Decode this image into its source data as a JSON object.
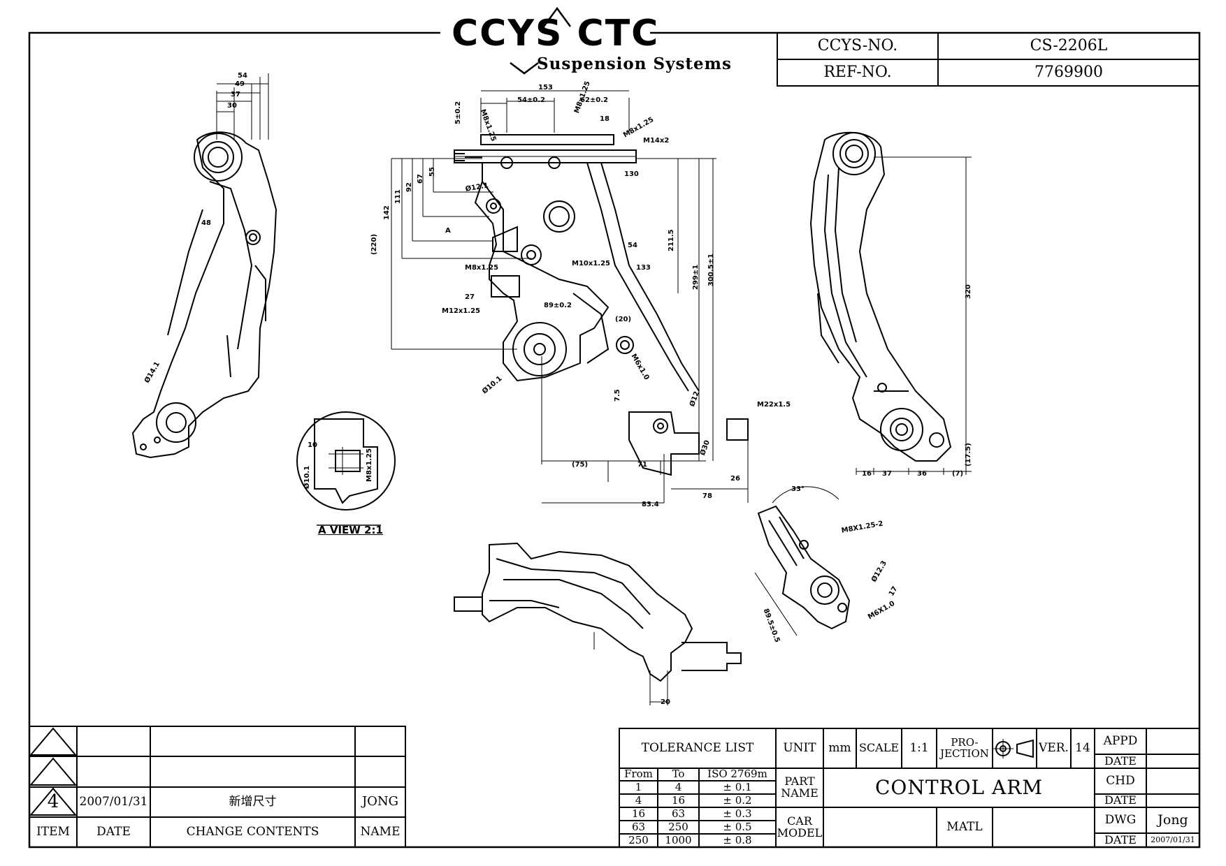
{
  "logo": {
    "brand": "CCYS CTC",
    "tagline": "Suspension Systems"
  },
  "header_table": {
    "ccys_no_label": "CCYS-NO.",
    "ccys_no_value": "CS-2206L",
    "ref_no_label": "REF-NO.",
    "ref_no_value": "7769900"
  },
  "view_label": "A VIEW 2:1",
  "dimensions": [
    "54",
    "49",
    "37",
    "30",
    "48",
    "Ø14.1",
    "153",
    "54±0.2",
    "62±0.2",
    "M8x1.25",
    "M8x1.25",
    "18",
    "M8x1.25",
    "M14x2",
    "5±0.2",
    "130",
    "142",
    "111",
    "92",
    "67",
    "55",
    "(220)",
    "Ø12.1",
    "A",
    "M8x1.25",
    "M10x1.25",
    "133",
    "54",
    "211.5",
    "299±1",
    "300.5±1",
    "320",
    "27",
    "M12x1.25",
    "89±0.2",
    "(20)",
    "M6x1.0",
    "Ø10.1",
    "7.5",
    "Ø12",
    "M22x1.5",
    "(75)",
    "71",
    "Ø30",
    "26",
    "78",
    "83.4",
    "16",
    "37",
    "36",
    "(7)",
    "(17.5)",
    "10",
    "Ø10.1",
    "M8x1.25",
    "33°",
    "M8X1.25-2",
    "Ø12.3",
    "17",
    "M6X1.0",
    "89.5±0.5",
    "20"
  ],
  "revision_table": {
    "rows": [
      {
        "item": "",
        "date": "",
        "contents": "",
        "name": ""
      },
      {
        "item": "",
        "date": "",
        "contents": "",
        "name": ""
      },
      {
        "item": "4",
        "date": "2007/01/31",
        "contents": "新增尺寸",
        "name": "JONG"
      }
    ],
    "headers": {
      "item": "ITEM",
      "date": "DATE",
      "contents": "CHANGE CONTENTS",
      "name": "NAME"
    }
  },
  "title_block": {
    "tolerance_title": "TOLERANCE LIST",
    "tol_headers": {
      "from": "From",
      "to": "To",
      "iso": "ISO 2769m"
    },
    "tolerances": [
      {
        "from": "1",
        "to": "4",
        "tol": "± 0.1"
      },
      {
        "from": "4",
        "to": "16",
        "tol": "± 0.2"
      },
      {
        "from": "16",
        "to": "63",
        "tol": "± 0.3"
      },
      {
        "from": "63",
        "to": "250",
        "tol": "± 0.5"
      },
      {
        "from": "250",
        "to": "1000",
        "tol": "± 0.8"
      }
    ],
    "unit_label": "UNIT",
    "unit_value": "mm",
    "scale_label": "SCALE",
    "scale_value": "1:1",
    "projection_label": "PRO-\nJECTION",
    "ver_label": "VER.",
    "ver_value": "14",
    "appd_label": "APPD",
    "date_label": "DATE",
    "chd_label": "CHD",
    "dwg_label": "DWG",
    "dwg_value": "Jong",
    "dwg_date": "2007/01/31",
    "part_name_label": "PART\nNAME",
    "part_name_value": "CONTROL ARM",
    "car_model_label": "CAR\nMODEL",
    "matl_label": "MATL"
  }
}
